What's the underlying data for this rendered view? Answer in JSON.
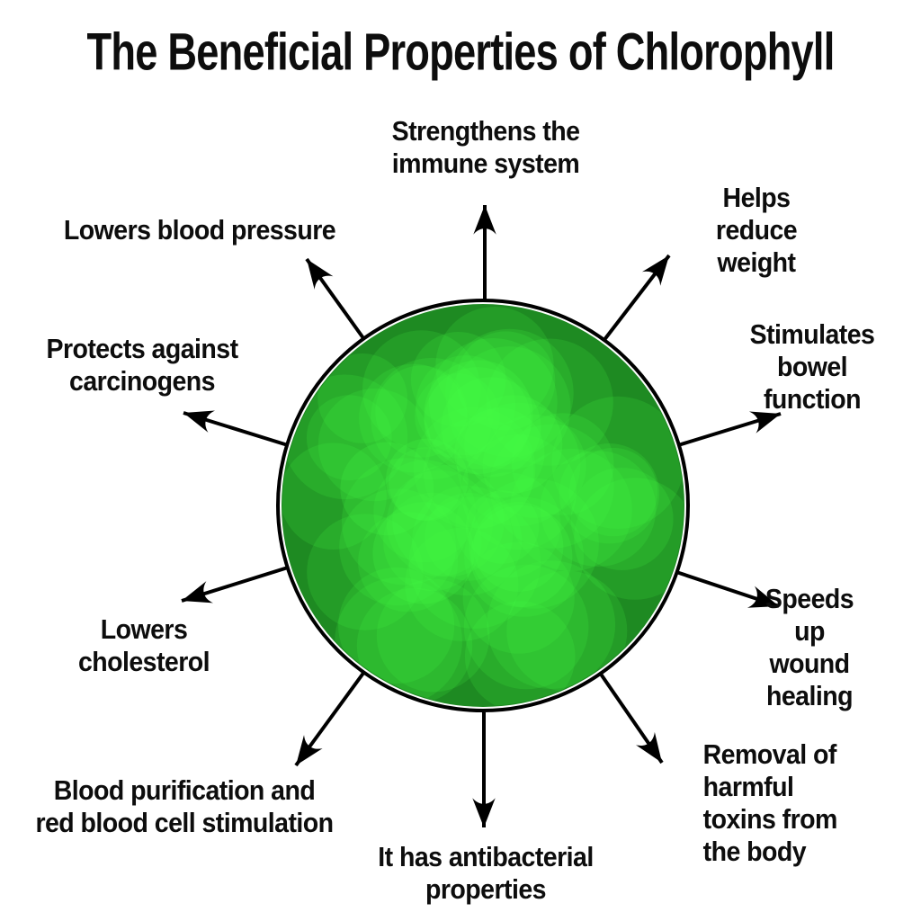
{
  "title": "The Beneficial Properties of Chlorophyll",
  "subject": "Chlorophyll",
  "colors": {
    "background": "#ffffff",
    "text": "#0d0d0d",
    "arrow": "#000000",
    "cell_outline": "#000000",
    "cell_base": "#1e8a22",
    "cell_bubble": "#47ff47",
    "cell_gap_ring": "#ffffff"
  },
  "benefits": [
    {
      "id": "immune-system",
      "label": "Strengthens the\nimmune system"
    },
    {
      "id": "blood-pressure",
      "label": "Lowers blood pressure"
    },
    {
      "id": "reduce-weight",
      "label": "Helps reduce weight"
    },
    {
      "id": "carcinogens",
      "label": "Protects against\ncarcinogens"
    },
    {
      "id": "bowel-function",
      "label": "Stimulates\nbowel function"
    },
    {
      "id": "cholesterol",
      "label": "Lowers\ncholesterol"
    },
    {
      "id": "wound-healing",
      "label": "Speeds up\nwound healing"
    },
    {
      "id": "blood-purification",
      "label": "Blood purification and\nred blood cell stimulation"
    },
    {
      "id": "antibacterial",
      "label": "It has antibacterial\nproperties"
    },
    {
      "id": "toxins-removal",
      "label": "Removal of harmful\ntoxins from the body"
    }
  ]
}
